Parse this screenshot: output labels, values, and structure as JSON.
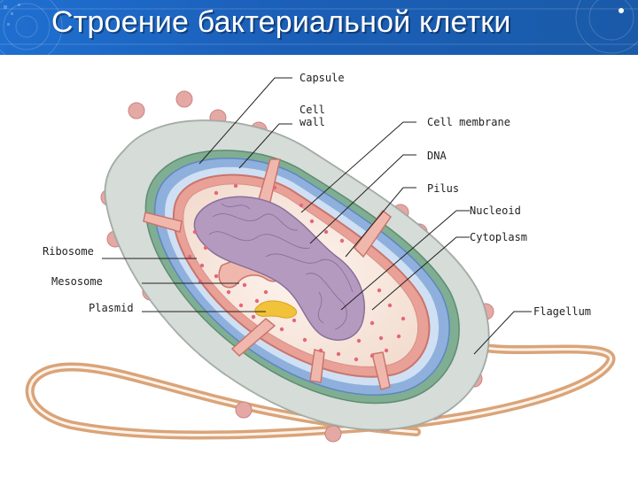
{
  "slide": {
    "title": "Строение бактериальной клетки"
  },
  "labels": {
    "capsule": "Capsule",
    "cell_wall_1": "Cell",
    "cell_wall_2": "wall",
    "cell_membrane": "Cell membrane",
    "dna": "DNA",
    "pilus": "Pilus",
    "nucleoid": "Nucleoid",
    "cytoplasm": "Cytoplasm",
    "flagellum": "Flagellum",
    "ribosome": "Ribosome",
    "mesosome": "Mesosome",
    "plasmid": "Plasmid"
  },
  "colors": {
    "title_bar": "#1b5fb8",
    "capsule": "#c9d1cb",
    "cell_wall": "#8fb0dc",
    "cell_membrane": "#e8a097",
    "cytoplasm": "#f9ece3",
    "nucleoid": "#b59ac0",
    "pilus": "#f0b8ad",
    "flagellum": "#d9a47a",
    "plasmid": "#f2c23a"
  }
}
